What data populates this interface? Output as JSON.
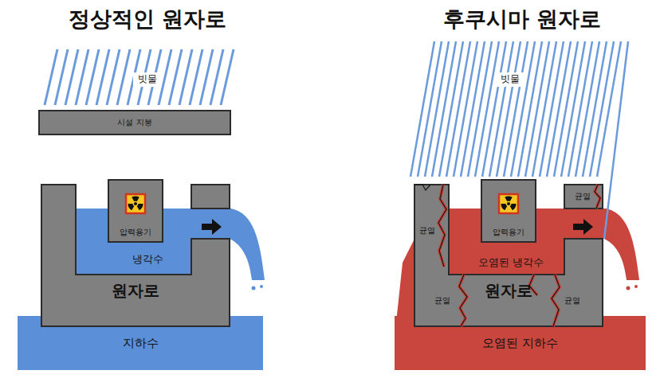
{
  "diagram": {
    "nodes": [
      {
        "text": [
          "시설 지붕"
        ]
      },
      {
        "text": [
          "원자로"
        ]
      },
      {
        "text": [
          "압력용기"
        ],
        "in": 1
      },
      {
        "text": [
          "지하수"
        ]
      },
      {
        "text": [
          "원자로"
        ]
      },
      {
        "text": [
          "압력용기"
        ],
        "in": 4
      },
      {
        "text": [
          "오염된 지하수"
        ]
      }
    ],
    "labels": [
      "정상적인 원자로",
      "빗물",
      "냉각수",
      "후쿠시마 원자로",
      "빗물",
      "오염된 냉각수",
      "균열",
      "균열",
      "균열",
      "균열"
    ]
  }
}
